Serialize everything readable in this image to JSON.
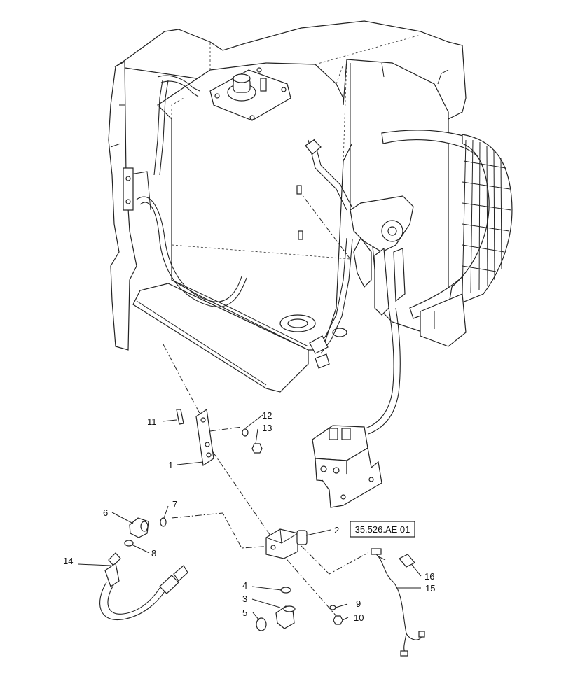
{
  "diagram": {
    "reference_box": "35.526.AE 01",
    "callouts": [
      {
        "id": "c1",
        "label": "1"
      },
      {
        "id": "c2",
        "label": "2"
      },
      {
        "id": "c3",
        "label": "3"
      },
      {
        "id": "c4",
        "label": "4"
      },
      {
        "id": "c5",
        "label": "5"
      },
      {
        "id": "c6",
        "label": "6"
      },
      {
        "id": "c7",
        "label": "7"
      },
      {
        "id": "c8",
        "label": "8"
      },
      {
        "id": "c9",
        "label": "9"
      },
      {
        "id": "c10",
        "label": "10"
      },
      {
        "id": "c11",
        "label": "11"
      },
      {
        "id": "c12",
        "label": "12"
      },
      {
        "id": "c13",
        "label": "13"
      },
      {
        "id": "c14",
        "label": "14"
      },
      {
        "id": "c15",
        "label": "15"
      },
      {
        "id": "c16",
        "label": "16"
      }
    ]
  }
}
